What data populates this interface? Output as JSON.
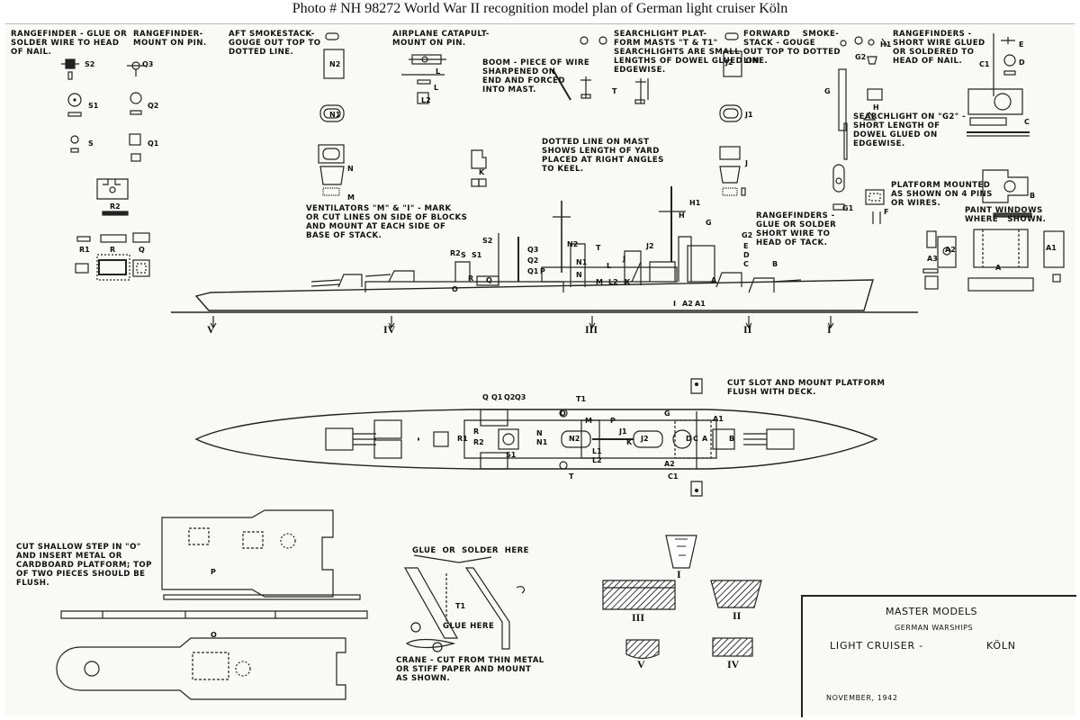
{
  "caption": "Photo # NH 98272 World War II recognition model plan of German light cruiser Köln",
  "notes": {
    "rf_glue": "RANGEFINDER - GLUE OR\nSOLDER WIRE TO HEAD\nOF NAIL.",
    "rf_mount": "RANGEFINDER-\nMOUNT ON PIN.",
    "aft_stack": "AFT SMOKESTACK-\nGOUGE OUT TOP TO\nDOTTED LINE.",
    "catapult": "AIRPLANE CATAPULT-\nMOUNT ON PIN.",
    "searchlight_platform": "SEARCHLIGHT PLAT-\nFORM MASTS \"T & T1\"\nSEARCHLIGHTS ARE SMALL\nLENGTHS OF DOWEL GLUED ON\nEDGEWISE.",
    "boom": "BOOM - PIECE OF WIRE\nSHARPENED ON\nEND AND FORCED\nINTO MAST.",
    "fwd_stack": "FORWARD    SMOKE-\nSTACK - GOUGE\nOUT TOP TO DOTTED\nLINE.",
    "rf_short_wire": "RANGEFINDERS -\nSHORT WIRE GLUED\nOR SOLDERED TO\nHEAD OF NAIL.",
    "searchlight_g2": "SEARCHLIGHT ON \"G2\" -\nSHORT LENGTH OF\nDOWEL GLUED ON\nEDGEWISE.",
    "dotted_mast": "DOTTED LINE ON MAST\nSHOWS LENGTH OF YARD\nPLACED AT RIGHT ANGLES\nTO KEEL.",
    "platform_pins": "PLATFORM MOUNTED\nAS SHOWN ON 4 PINS\nOR WIRES.",
    "paint_windows": "PAINT WINDOWS\nWHERE   SHOWN.",
    "ventilators": "VENTILATORS \"M\" & \"I\" - MARK\nOR CUT LINES ON SIDE OF BLOCKS\nAND MOUNT AT EACH SIDE OF\nBASE OF STACK.",
    "rf_tack": "RANGEFINDERS -\nGLUE OR SOLDER\nSHORT WIRE TO\nHEAD OF TACK.",
    "cut_slot": "CUT SLOT AND MOUNT PLATFORM\nFLUSH WITH DECK.",
    "cut_step": "CUT SHALLOW STEP IN \"O\"\nAND INSERT METAL OR\nCARDBOARD PLATFORM; TOP\nOF TWO PIECES SHOULD BE\nFLUSH.",
    "glue_solder": "GLUE  OR  SOLDER  HERE",
    "glue_here": "GLUE HERE",
    "crane": "CRANE - CUT FROM THIN METAL\nOR STIFF PAPER AND MOUNT\nAS SHOWN."
  },
  "part_labels": {
    "S2": "S2",
    "Q3": "Q3",
    "S1": "S1",
    "Q2": "Q2",
    "S": "S",
    "Q1": "Q1",
    "R2": "R2",
    "R1": "R1",
    "R": "R",
    "Q": "Q",
    "N2": "N2",
    "N1": "N1",
    "N": "N",
    "M": "M",
    "L": "L",
    "L1": "L",
    "L2": "L2",
    "K": "K",
    "T": "T",
    "J2": "J2",
    "J1": "J1",
    "J": "J",
    "G": "G",
    "G2": "G2",
    "G1": "G1",
    "H": "H",
    "H1": "H1",
    "E": "E",
    "D": "D",
    "C1": "C1",
    "C": "C",
    "F": "F",
    "B": "B",
    "A2": "A2",
    "A3": "A3",
    "A1": "A1",
    "A": "A",
    "P": "P",
    "T1": "T1",
    "O": "O"
  },
  "profile_labels": [
    "R2",
    "S",
    "S1",
    "S2",
    "Q3",
    "Q2",
    "Q1",
    "P",
    "R",
    "Q",
    "O",
    "N2",
    "N1",
    "T",
    "N",
    "L",
    "J",
    "J2",
    "M",
    "L2",
    "K",
    "H1",
    "H",
    "G",
    "G2",
    "E",
    "D",
    "C",
    "B",
    "A",
    "I",
    "A2",
    "A1"
  ],
  "plan_labels": [
    "Q",
    "Q1",
    "Q2",
    "Q3",
    "T1",
    "O",
    "M",
    "P",
    "R1",
    "R",
    "R2",
    "S1",
    "N",
    "N1",
    "N2",
    "L1",
    "L2",
    "J1",
    "K",
    "J2",
    "G",
    "A1",
    "A",
    "D",
    "C",
    "B",
    "T",
    "A2",
    "C1"
  ],
  "stations": [
    "V",
    "IV",
    "III",
    "II",
    "I"
  ],
  "sections": [
    "I",
    "II",
    "III",
    "IV",
    "V"
  ],
  "title_block": {
    "maker": "MASTER MODELS",
    "series": "GERMAN WARSHIPS",
    "ship_type": "LIGHT CRUISER   -",
    "ship_name": "KÖLN",
    "date": "NOVEMBER, 1942"
  }
}
